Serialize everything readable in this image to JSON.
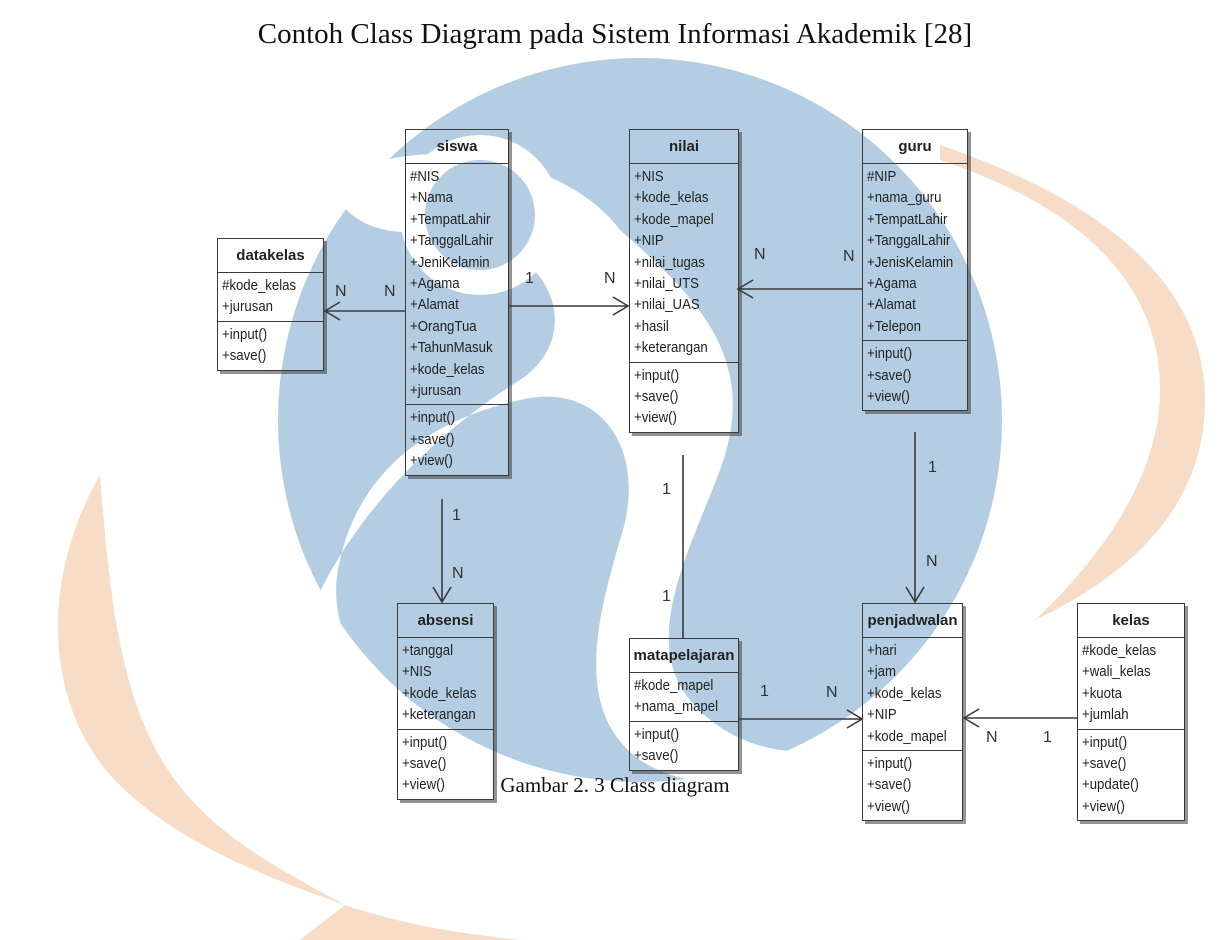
{
  "title": "Contoh Class Diagram pada Sistem Informasi Akademik [28]",
  "caption": "Gambar 2. 3 Class diagram",
  "colors": {
    "watermark_blue": "#b4cde3",
    "watermark_orange": "#f7dcc8",
    "line": "#3a3a3a"
  },
  "classes": {
    "siswa": {
      "name": "siswa",
      "attributes": [
        "#NIS",
        "+Nama",
        "+TempatLahir",
        "+TanggalLahir",
        "+JeniKelamin",
        "+Agama",
        "+Alamat",
        "+OrangTua",
        "+TahunMasuk",
        "+kode_kelas",
        "+jurusan"
      ],
      "operations": [
        "+input()",
        "+save()",
        "+view()"
      ]
    },
    "nilai": {
      "name": "nilai",
      "attributes": [
        "+NIS",
        "+kode_kelas",
        "+kode_mapel",
        "+NIP",
        "+nilai_tugas",
        "+nilai_UTS",
        "+nilai_UAS",
        "+hasil",
        "+keterangan"
      ],
      "operations": [
        "+input()",
        "+save()",
        "+view()"
      ]
    },
    "guru": {
      "name": "guru",
      "attributes": [
        "#NIP",
        "+nama_guru",
        "+TempatLahir",
        "+TanggalLahir",
        "+JenisKelamin",
        "+Agama",
        "+Alamat",
        "+Telepon"
      ],
      "operations": [
        "+input()",
        "+save()",
        "+view()"
      ]
    },
    "datakelas": {
      "name": "datakelas",
      "attributes": [
        "#kode_kelas",
        "+jurusan"
      ],
      "operations": [
        "+input()",
        "+save()"
      ]
    },
    "absensi": {
      "name": "absensi",
      "attributes": [
        "+tanggal",
        "+NIS",
        "+kode_kelas",
        "+keterangan"
      ],
      "operations": [
        "+input()",
        "+save()",
        "+view()"
      ]
    },
    "matapelajaran": {
      "name": "matapelajaran",
      "attributes": [
        "#kode_mapel",
        "+nama_mapel"
      ],
      "operations": [
        "+input()",
        "+save()"
      ]
    },
    "penjadwalan": {
      "name": "penjadwalan",
      "attributes": [
        "+hari",
        "+jam",
        "+kode_kelas",
        "+NIP",
        "+kode_mapel"
      ],
      "operations": [
        "+input()",
        "+save()",
        "+view()"
      ]
    },
    "kelas": {
      "name": "kelas",
      "attributes": [
        "#kode_kelas",
        "+wali_kelas",
        "+kuota",
        "+jumlah"
      ],
      "operations": [
        "+input()",
        "+save()",
        "+update()",
        "+view()"
      ]
    }
  },
  "multiplicities": {
    "datakelas_siswa_a": "N",
    "datakelas_siswa_b": "N",
    "siswa_nilai_siswa": "1",
    "siswa_nilai_nilai": "N",
    "guru_nilai_nilai": "N",
    "guru_nilai_guru": "N",
    "siswa_absensi_siswa": "1",
    "siswa_absensi_absensi": "N",
    "nilai_mapel_nilai": "1",
    "nilai_mapel_mapel": "1",
    "guru_jadwal_guru": "1",
    "guru_jadwal_jadwal": "N",
    "mapel_jadwal_mapel": "1",
    "mapel_jadwal_jadwal": "N",
    "kelas_jadwal_jadwal": "N",
    "kelas_jadwal_kelas": "1"
  }
}
